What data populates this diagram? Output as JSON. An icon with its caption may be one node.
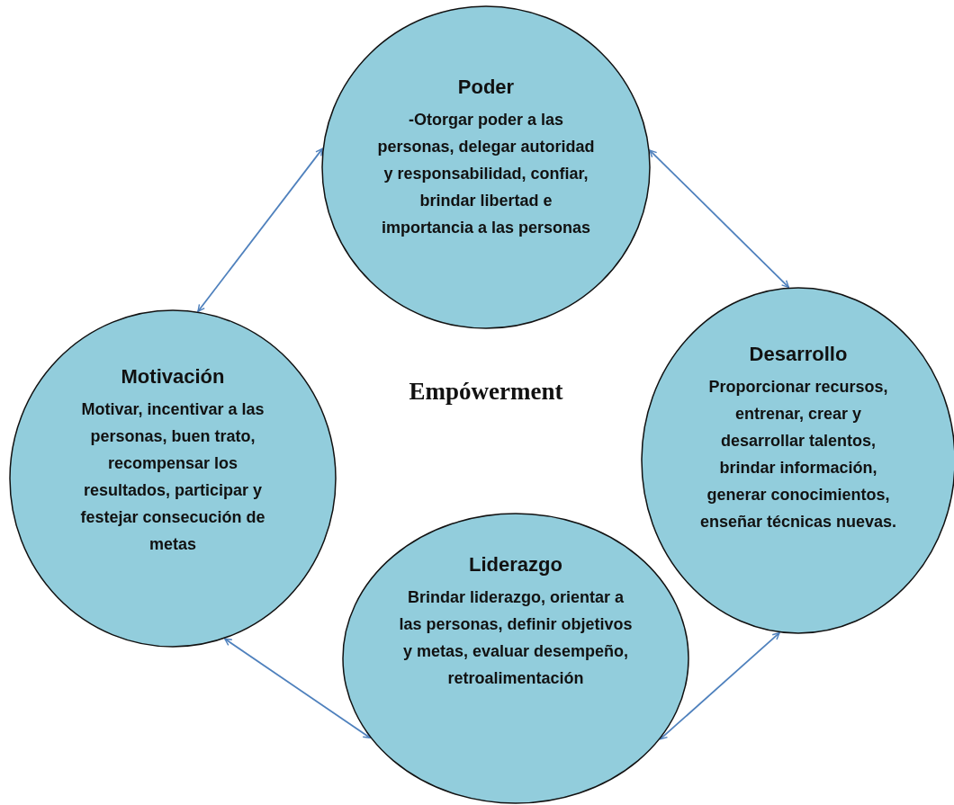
{
  "diagram": {
    "title": "Empówerment",
    "nodes": [
      {
        "text": [
          "Poder",
          "-Otorgar poder a las personas, delegar autoridad y responsabilidad, confiar, brindar libertad e importancia a las personas"
        ]
      },
      {
        "text": [
          "Motivación",
          "Motivar, incentivar a las personas, buen trato, recompensar los resultados, participar y festejar consecución de metas"
        ]
      },
      {
        "text": [
          "Desarrollo",
          "Proporcionar recursos, entrenar, crear y desarrollar talentos, brindar información, generar conocimientos, enseñar técnicas nuevas."
        ]
      },
      {
        "text": [
          "Liderazgo",
          "Brindar liderazgo, orientar a las personas, definir objetivos y metas, evaluar desempeño, retroalimentación"
        ]
      }
    ],
    "edges": [
      {
        "from": 1,
        "to": 0,
        "arrow": "both"
      },
      {
        "from": 0,
        "to": 2,
        "arrow": "both"
      },
      {
        "from": 2,
        "to": 3,
        "arrow": "both"
      },
      {
        "from": 3,
        "to": 1,
        "arrow": "both"
      }
    ]
  }
}
